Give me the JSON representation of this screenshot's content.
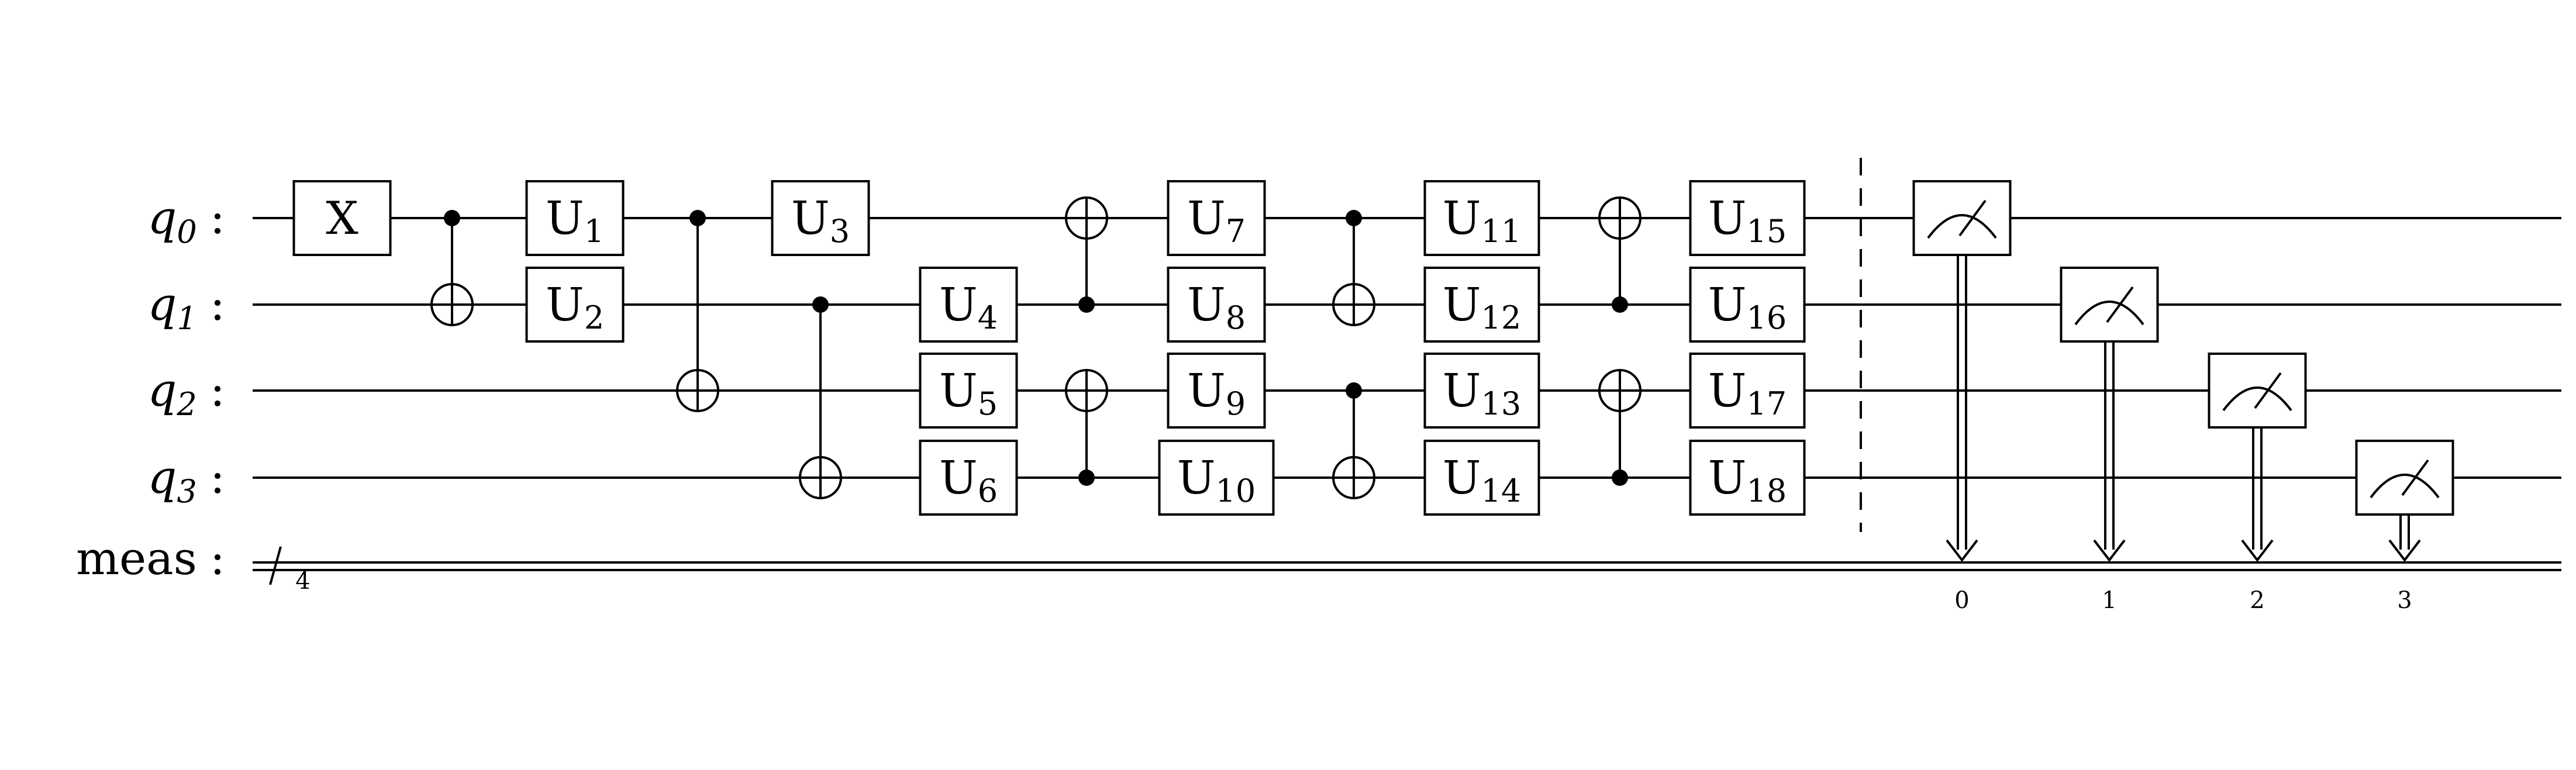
{
  "circuit": {
    "qubits": [
      {
        "name": "q",
        "index": "0"
      },
      {
        "name": "q",
        "index": "1"
      },
      {
        "name": "q",
        "index": "2"
      },
      {
        "name": "q",
        "index": "3"
      }
    ],
    "label_separator": ":",
    "classical_register": {
      "name": "meas",
      "size": "4"
    },
    "gates": [
      {
        "type": "single",
        "wire": 0,
        "label": "X",
        "sub": ""
      },
      {
        "type": "cx",
        "control": 0,
        "target": 1
      },
      {
        "type": "single",
        "wire": 0,
        "label": "U",
        "sub": "1"
      },
      {
        "type": "single",
        "wire": 1,
        "label": "U",
        "sub": "2"
      },
      {
        "type": "cx",
        "control": 0,
        "target": 2
      },
      {
        "type": "single",
        "wire": 0,
        "label": "U",
        "sub": "3"
      },
      {
        "type": "cx",
        "control": 1,
        "target": 3
      },
      {
        "type": "single",
        "wire": 1,
        "label": "U",
        "sub": "4"
      },
      {
        "type": "single",
        "wire": 2,
        "label": "U",
        "sub": "5"
      },
      {
        "type": "single",
        "wire": 3,
        "label": "U",
        "sub": "6"
      },
      {
        "type": "cx",
        "control": 1,
        "target": 0
      },
      {
        "type": "cx",
        "control": 3,
        "target": 2
      },
      {
        "type": "single",
        "wire": 0,
        "label": "U",
        "sub": "7"
      },
      {
        "type": "single",
        "wire": 1,
        "label": "U",
        "sub": "8"
      },
      {
        "type": "single",
        "wire": 2,
        "label": "U",
        "sub": "9"
      },
      {
        "type": "single",
        "wire": 3,
        "label": "U",
        "sub": "10"
      },
      {
        "type": "cx",
        "control": 0,
        "target": 1
      },
      {
        "type": "cx",
        "control": 2,
        "target": 3
      },
      {
        "type": "single",
        "wire": 0,
        "label": "U",
        "sub": "11"
      },
      {
        "type": "single",
        "wire": 1,
        "label": "U",
        "sub": "12"
      },
      {
        "type": "single",
        "wire": 2,
        "label": "U",
        "sub": "13"
      },
      {
        "type": "single",
        "wire": 3,
        "label": "U",
        "sub": "14"
      },
      {
        "type": "cx",
        "control": 1,
        "target": 0
      },
      {
        "type": "cx",
        "control": 3,
        "target": 2
      },
      {
        "type": "single",
        "wire": 0,
        "label": "U",
        "sub": "15"
      },
      {
        "type": "single",
        "wire": 1,
        "label": "U",
        "sub": "16"
      },
      {
        "type": "single",
        "wire": 2,
        "label": "U",
        "sub": "17"
      },
      {
        "type": "single",
        "wire": 3,
        "label": "U",
        "sub": "18"
      }
    ],
    "measurements": [
      {
        "qubit": 0,
        "bit": "0"
      },
      {
        "qubit": 1,
        "bit": "1"
      },
      {
        "qubit": 2,
        "bit": "2"
      },
      {
        "qubit": 3,
        "bit": "3"
      }
    ]
  }
}
